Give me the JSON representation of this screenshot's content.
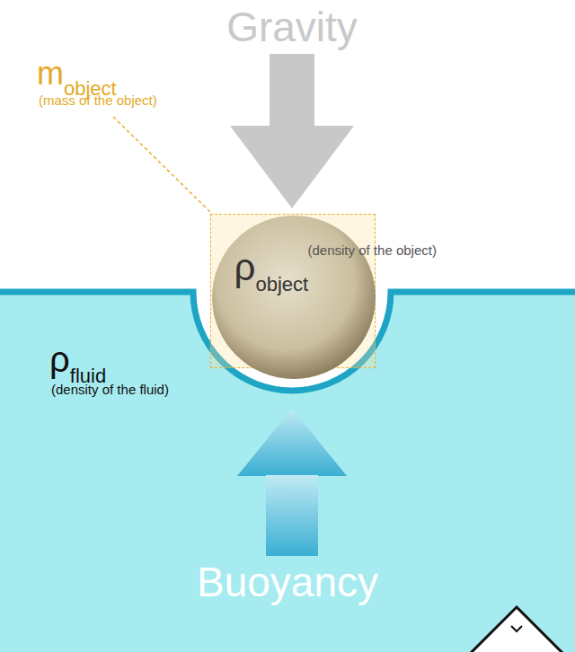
{
  "diagram": {
    "nodes": [
      {
        "text": [
          "ρfluid",
          "(density of the fluid)"
        ]
      },
      {
        "text": [
          "mobject",
          "(mass of the object)"
        ]
      },
      {
        "text": [
          "ρobject",
          "(density of the object)"
        ],
        "in": 1
      }
    ],
    "labels": [
      "Gravity",
      "Buoyancy"
    ]
  }
}
